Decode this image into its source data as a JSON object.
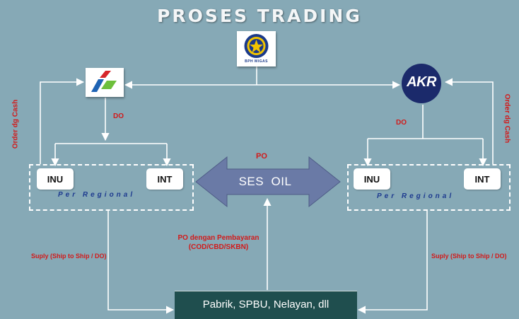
{
  "title": "PROSES TRADING",
  "bph_logo": {
    "caption": "BPH MIGAS",
    "icon": "bph-migas-star-logo"
  },
  "pertamina_logo": {
    "icon": "pertamina-logo"
  },
  "akr_logo": {
    "text": "AKR",
    "color": "#1b2a6b"
  },
  "left": {
    "do_label": "DO",
    "order_label": "Order dg Cash",
    "inu": "INU",
    "int": "INT",
    "regional": "Per Regional",
    "suply": "Suply (Ship to Ship / DO)"
  },
  "right": {
    "do_label": "DO",
    "order_label": "Order dg Cash",
    "inu": "INU",
    "int": "INT",
    "regional": "Per Regional",
    "suply": "Suply (Ship to Ship / DO)"
  },
  "center": {
    "po_label": "PO",
    "ses_oil": "SES  OIL",
    "po_payment": "PO dengan Pembayaran (COD/CBD/SKBN)"
  },
  "customer": "Pabrik, SPBU, Nelayan, dll",
  "colors": {
    "background": "#86a9b6",
    "label_red": "#d21a1a",
    "regional_blue": "#1d3a8f",
    "arrow_fill": "#6a7aa6",
    "customer_box": "#1f4e4e"
  }
}
